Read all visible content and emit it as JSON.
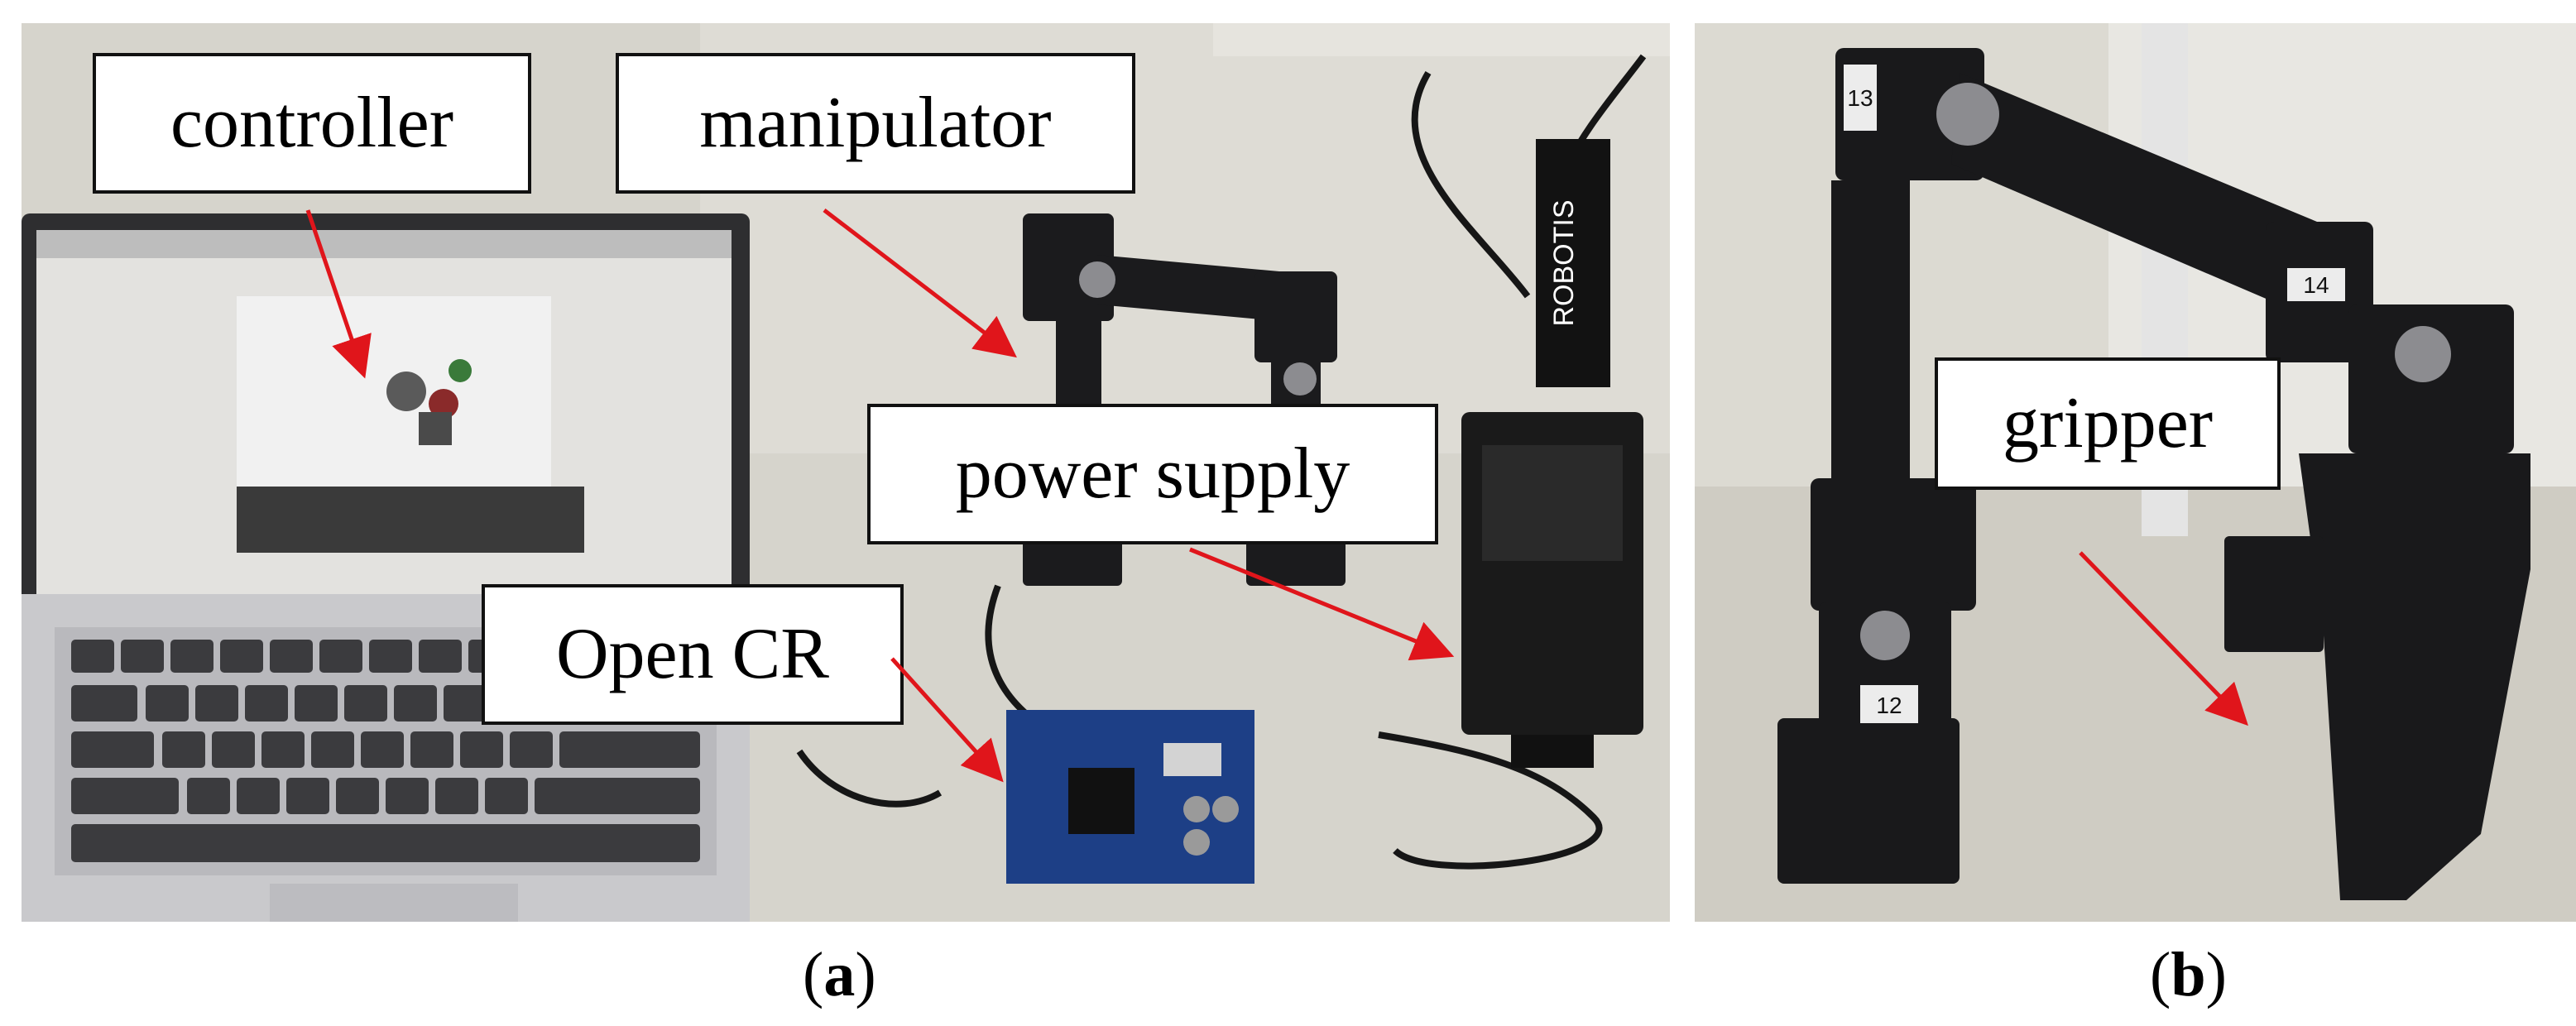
{
  "panels": {
    "a": {
      "labels": {
        "controller": "controller",
        "manipulator": "manipulator",
        "power_supply": "power supply",
        "open_cr": "Open CR"
      },
      "photo_text": {
        "brand_tag": "ROBOTIS"
      },
      "caption": {
        "open": "(",
        "letter": "a",
        "close": ")"
      }
    },
    "b": {
      "labels": {
        "gripper": "gripper"
      },
      "photo_text": {
        "servo_id_upper": "13",
        "servo_id_right": "14",
        "servo_id_lower": "12"
      },
      "caption": {
        "open": "(",
        "letter": "b",
        "close": ")"
      }
    }
  },
  "colors": {
    "arrow": "#e0151b",
    "label_border": "#111111",
    "label_background": "#ffffff"
  }
}
